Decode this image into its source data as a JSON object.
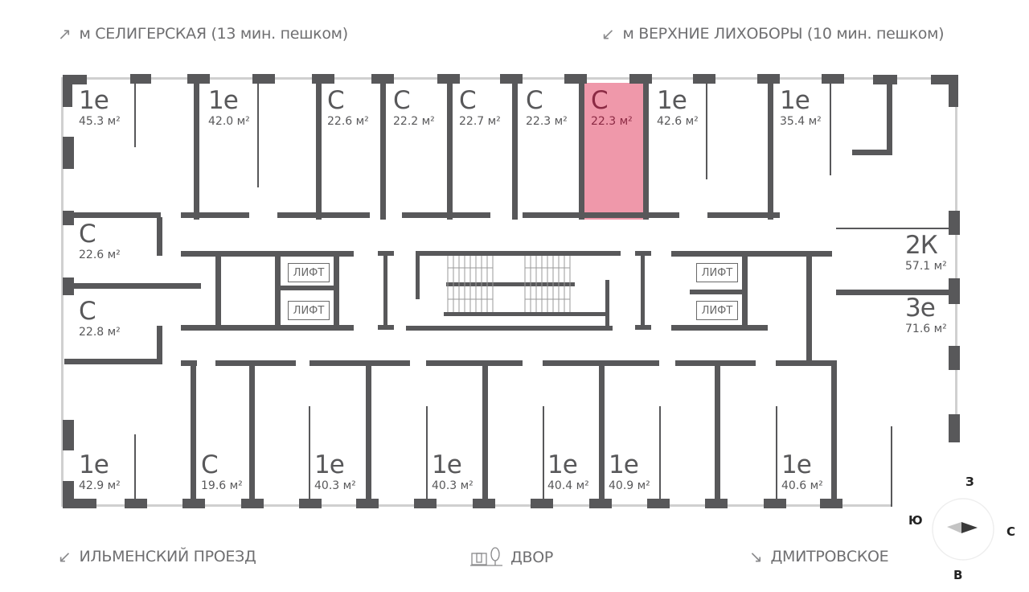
{
  "captions": {
    "top_left": {
      "icon": "arrow-northeast-icon",
      "glyph": "↗",
      "text": "м СЕЛИГЕРСКАЯ (13 мин. пешком)"
    },
    "top_right": {
      "icon": "arrow-southwest-icon",
      "glyph": "↙",
      "text": "м ВЕРХНИЕ ЛИХОБОРЫ (10 мин. пешком)"
    },
    "bottom_left": {
      "icon": "arrow-southwest-icon",
      "glyph": "↙",
      "text": "ИЛЬМЕНСКИЙ ПРОЕЗД"
    },
    "bottom_center": {
      "icon": "courtyard-icon",
      "text": "ДВОР"
    },
    "bottom_right": {
      "icon": "arrow-southeast-icon",
      "glyph": "↘",
      "text": "ДМИТРОВСКОЕ"
    }
  },
  "compass": {
    "north": "С",
    "south": "Ю",
    "west": "З",
    "east": "В"
  },
  "lift_label": "ЛИФТ",
  "colors": {
    "wall": "#58585a",
    "selected_fill": "#ef98aa",
    "selected_text": "#8b2a44",
    "window": "#c8c8c8"
  },
  "units": [
    {
      "id": "u1",
      "type": "1е",
      "area": "45.3 м²",
      "selected": false
    },
    {
      "id": "u2",
      "type": "1е",
      "area": "42.0 м²",
      "selected": false
    },
    {
      "id": "u3",
      "type": "С",
      "area": "22.6 м²",
      "selected": false
    },
    {
      "id": "u4",
      "type": "С",
      "area": "22.2 м²",
      "selected": false
    },
    {
      "id": "u5",
      "type": "С",
      "area": "22.7 м²",
      "selected": false
    },
    {
      "id": "u6",
      "type": "С",
      "area": "22.3 м²",
      "selected": false
    },
    {
      "id": "u7",
      "type": "С",
      "area": "22.3 м²",
      "selected": true
    },
    {
      "id": "u8",
      "type": "1е",
      "area": "42.6 м²",
      "selected": false
    },
    {
      "id": "u9",
      "type": "1е",
      "area": "35.4 м²",
      "selected": false
    },
    {
      "id": "u10",
      "type": "С",
      "area": "22.6 м²",
      "selected": false
    },
    {
      "id": "u11",
      "type": "С",
      "area": "22.8 м²",
      "selected": false
    },
    {
      "id": "u12",
      "type": "2К",
      "area": "57.1 м²",
      "selected": false
    },
    {
      "id": "u13",
      "type": "3е",
      "area": "71.6 м²",
      "selected": false
    },
    {
      "id": "u14",
      "type": "1е",
      "area": "42.9 м²",
      "selected": false
    },
    {
      "id": "u15",
      "type": "С",
      "area": "19.6 м²",
      "selected": false
    },
    {
      "id": "u16",
      "type": "1е",
      "area": "40.3 м²",
      "selected": false
    },
    {
      "id": "u17",
      "type": "1е",
      "area": "40.3 м²",
      "selected": false
    },
    {
      "id": "u18",
      "type": "1е",
      "area": "40.4 м²",
      "selected": false
    },
    {
      "id": "u19",
      "type": "1е",
      "area": "40.9 м²",
      "selected": false
    },
    {
      "id": "u20",
      "type": "1е",
      "area": "40.6 м²",
      "selected": false
    }
  ]
}
